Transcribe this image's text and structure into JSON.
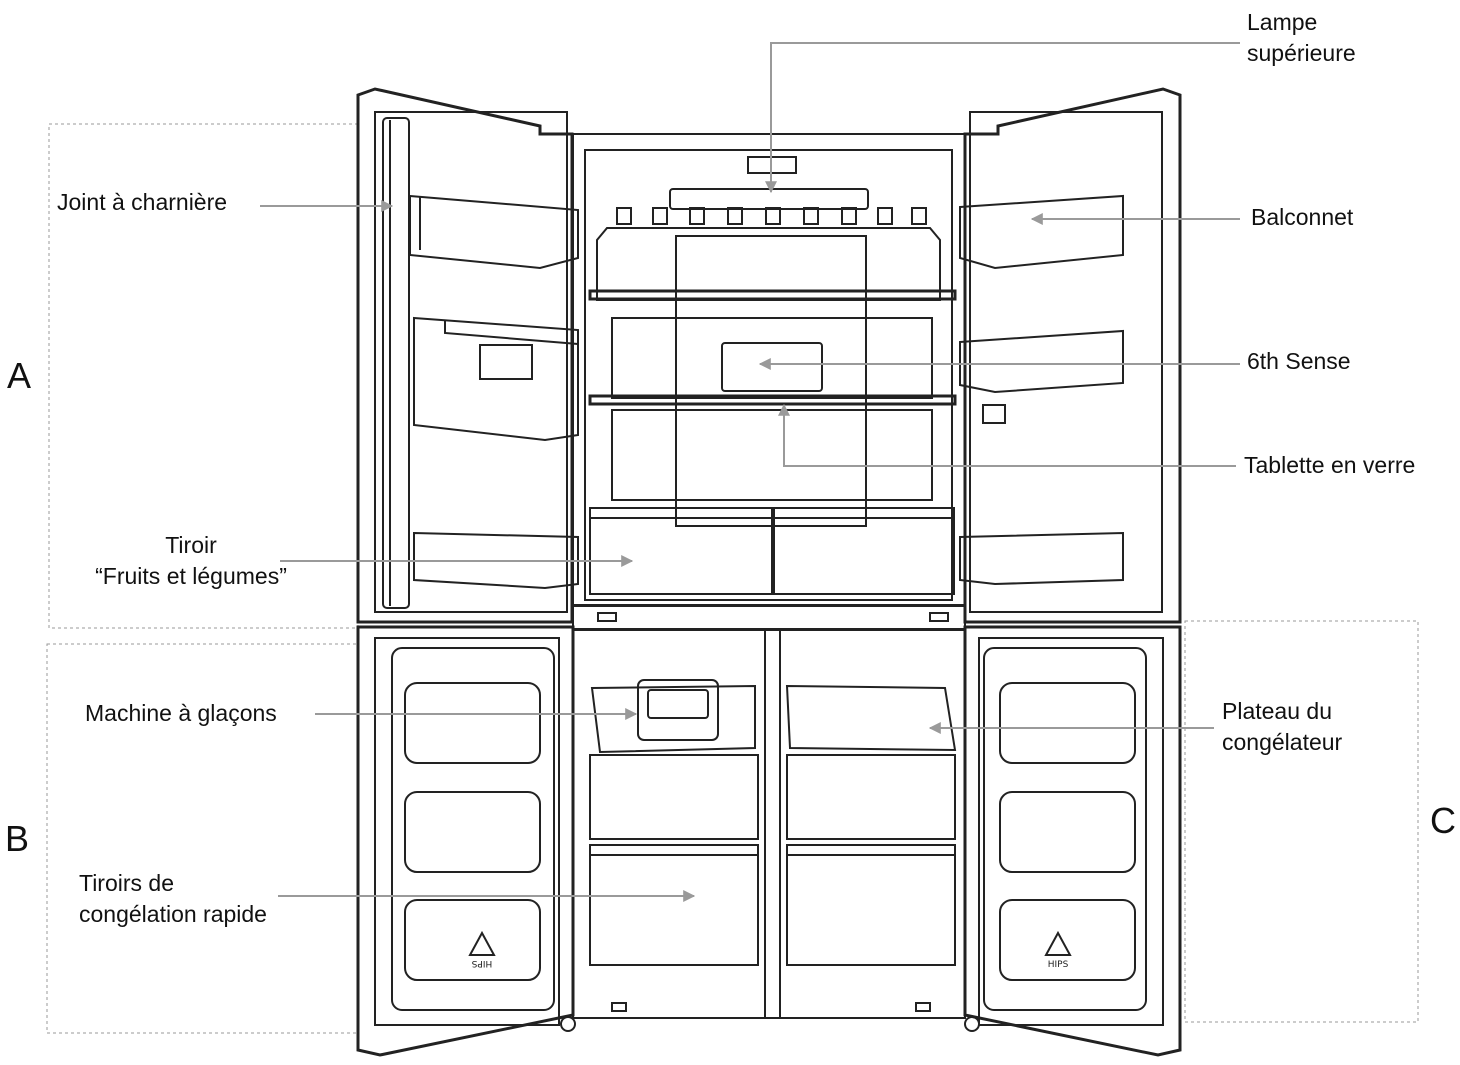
{
  "labels": {
    "lamp": [
      "Lampe",
      "supérieure"
    ],
    "hinge_seal": "Joint à charnière",
    "balcony": "Balconnet",
    "sixth_sense": "6th Sense",
    "glass_shelf": "Tablette en verre",
    "crisper": [
      "Tiroir",
      "“Fruits et légumes”"
    ],
    "ice_maker": "Machine à glaçons",
    "freezer_tray": [
      "Plateau du",
      "congélateur"
    ],
    "fast_freeze": [
      "Tiroirs de",
      "congélation rapide"
    ]
  },
  "zones": {
    "a": "A",
    "b": "B",
    "c": "C"
  },
  "door_marks": {
    "left": "HIPS",
    "right": "HIPS"
  },
  "colors": {
    "line": "#222222",
    "arrow": "#9a9a9a",
    "zone_border": "#9a9a9a"
  }
}
